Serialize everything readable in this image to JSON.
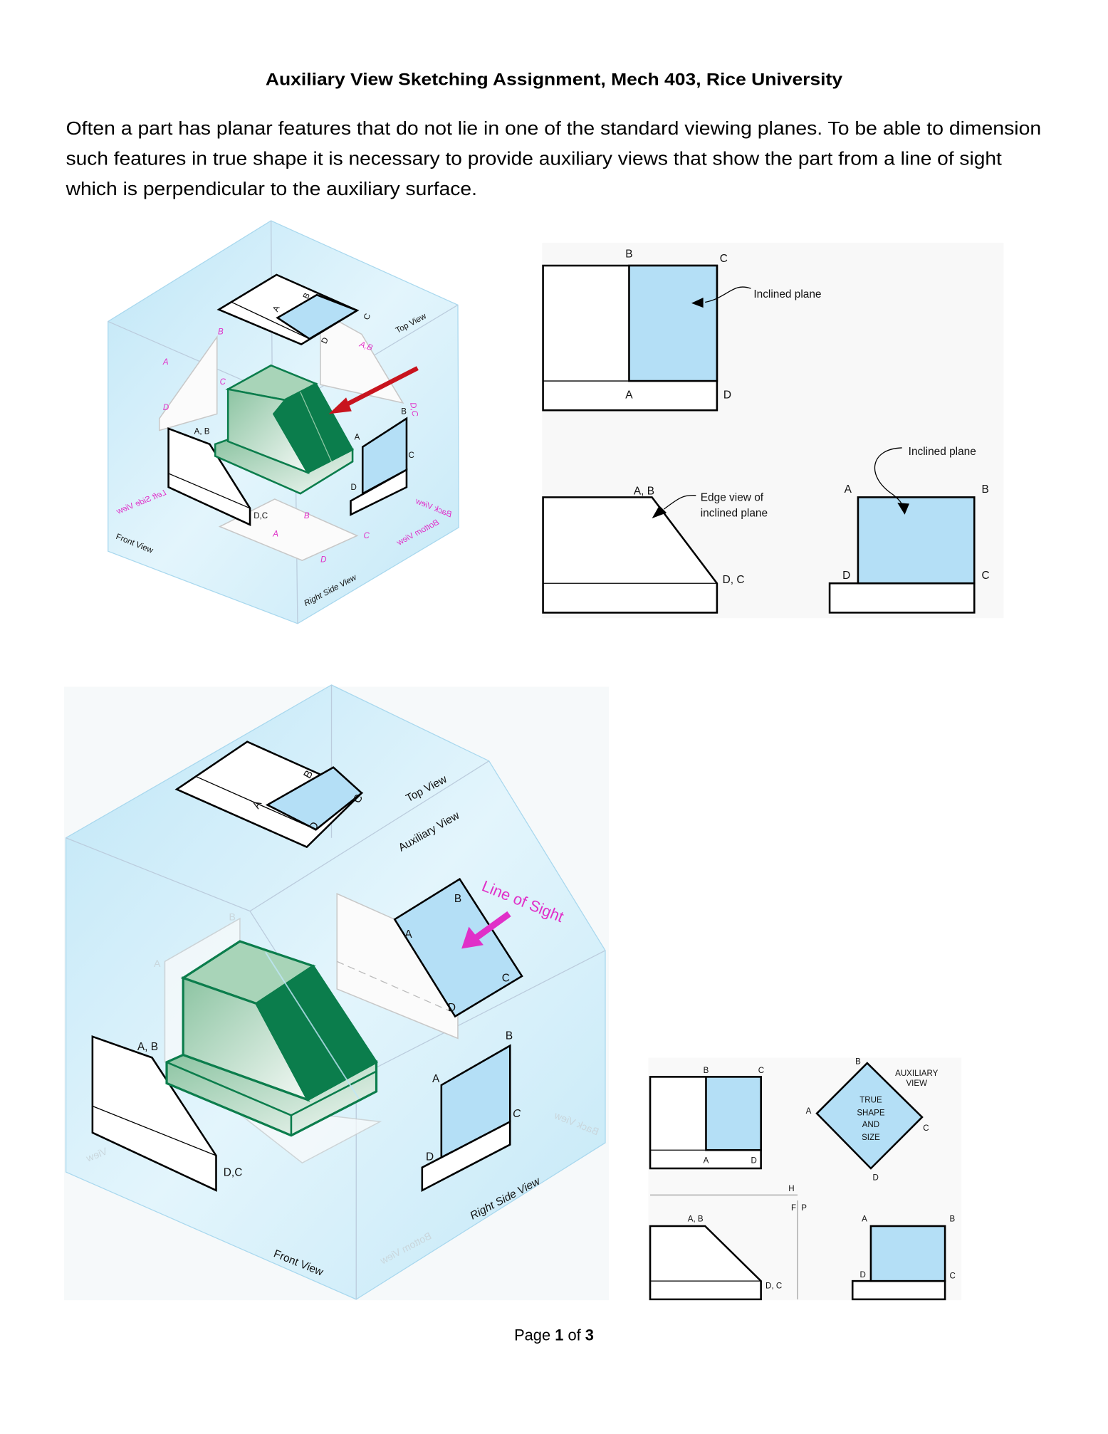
{
  "document": {
    "title": "Auxiliary View Sketching Assignment, Mech 403, Rice University",
    "paragraph_lines": [
      "Often a part has planar features that do not lie in one of the standard viewing planes.  To be able to dimension",
      "such features in true shape it is necessary to provide auxiliary views that show the part from a line of sight",
      "which is perpendicular to the auxiliary surface."
    ],
    "footer": {
      "page_word": "Page",
      "current": "1",
      "of_word": "of",
      "total": "3"
    }
  },
  "colors": {
    "inclined_surface": "#b4dff6",
    "part_green": "#0b7d4c",
    "glass_box": "#d4eef9",
    "arrow_red": "#c8141e",
    "line_of_sight": "#e030c8"
  },
  "figure1": {
    "labels": {
      "top_view": "Top View",
      "front_view": "Front View",
      "right_side_view": "Right Side View",
      "left_side_view": "Left Side View",
      "back_view": "Back View",
      "bottom_view": "Bottom View",
      "a": "A",
      "b": "B",
      "c": "C",
      "d": "D",
      "ab": "A, B",
      "dc": "D,C",
      "ab2": "A,B",
      "dc2": "D,C"
    }
  },
  "figure2": {
    "labels": {
      "a": "A",
      "b": "B",
      "c": "C",
      "d": "D",
      "ab": "A, B",
      "dc": "D, C",
      "inclined_plane": "Inclined plane",
      "edge_view_1": "Edge view of",
      "edge_view_2": "inclined plane"
    }
  },
  "figure3": {
    "labels": {
      "top_view": "Top View",
      "auxiliary_view": "Auxiliary View",
      "line_of_sight": "Line of Sight",
      "front_view": "Front View",
      "right_side_view": "Right Side View",
      "back_view": "Back View",
      "bottom_view": "Bottom View",
      "view": "View",
      "a": "A",
      "b": "B",
      "c": "C",
      "d": "D",
      "ab": "A, B",
      "dc": "D,C"
    }
  },
  "figure4": {
    "labels": {
      "a": "A",
      "b": "B",
      "c": "C",
      "d": "D",
      "ab": "A, B",
      "dc": "D, C",
      "aux_1": "AUXILIARY",
      "aux_2": "VIEW",
      "true_1": "TRUE",
      "true_2": "SHAPE",
      "true_3": "AND",
      "true_4": "SIZE",
      "h": "H",
      "f": "F",
      "p": "P"
    }
  }
}
